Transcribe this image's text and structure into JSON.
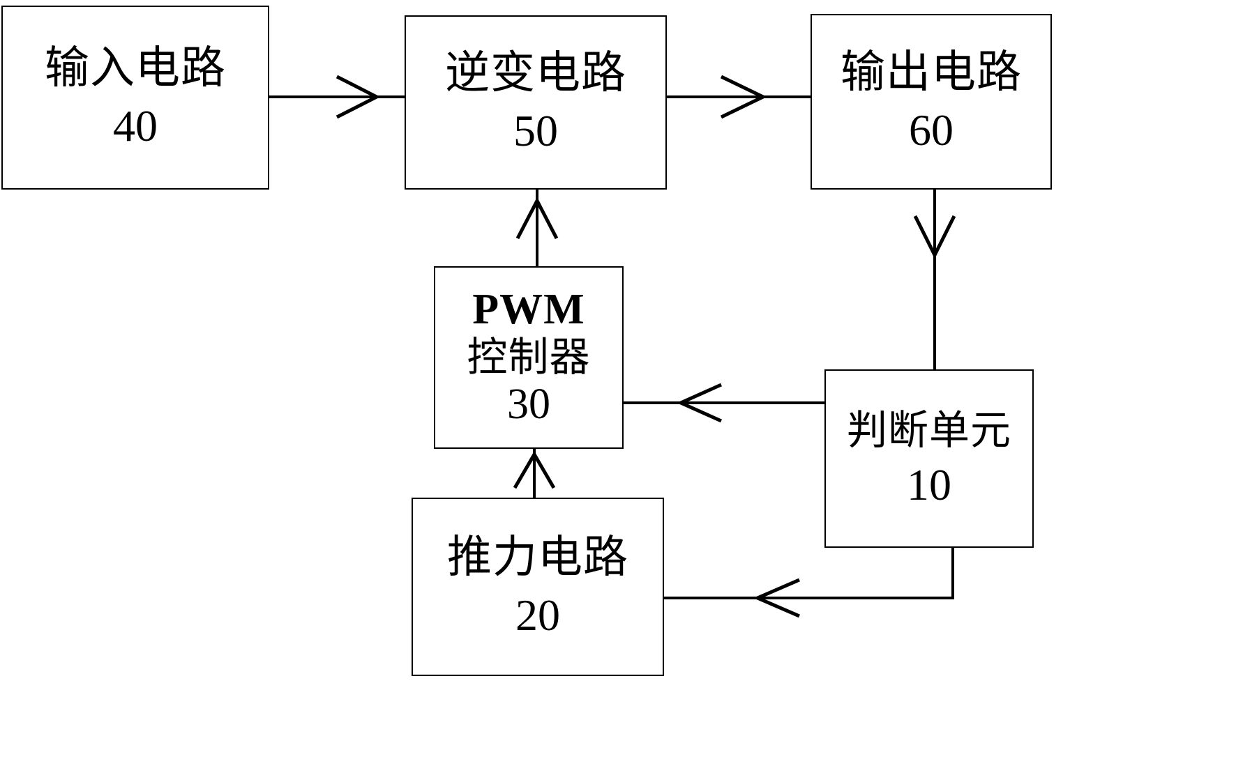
{
  "diagram": {
    "background_color": "#ffffff",
    "stroke_color": "#000000",
    "nodes": [
      {
        "id": "input",
        "cn": "输入电路",
        "num": "40"
      },
      {
        "id": "inverter",
        "cn": "逆变电路",
        "num": "50"
      },
      {
        "id": "output",
        "cn": "输出电路",
        "num": "60"
      },
      {
        "id": "pwm",
        "latin": "PWM",
        "cn": "控制器",
        "num": "30"
      },
      {
        "id": "judge",
        "cn": "判断单元",
        "num": "10"
      },
      {
        "id": "thrust",
        "cn": "推力电路",
        "num": "20"
      }
    ],
    "connectors": [
      {
        "from": "input",
        "to": "inverter",
        "direction": "right"
      },
      {
        "from": "inverter",
        "to": "output",
        "direction": "right"
      },
      {
        "from": "output",
        "to": "judge",
        "direction": "down"
      },
      {
        "from": "judge",
        "to": "pwm",
        "direction": "left"
      },
      {
        "from": "judge",
        "to": "thrust",
        "direction": "left"
      },
      {
        "from": "thrust",
        "to": "pwm",
        "direction": "up"
      },
      {
        "from": "pwm",
        "to": "inverter",
        "direction": "up"
      }
    ]
  }
}
